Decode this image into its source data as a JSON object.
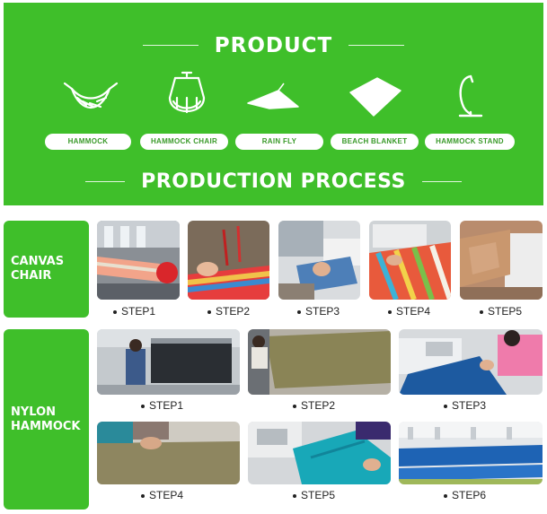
{
  "banner": {
    "title": "PRODUCT",
    "subtitle": "PRODUCTION PROCESS",
    "products": [
      {
        "label": "HAMMOCK",
        "icon": "hammock-icon"
      },
      {
        "label": "HAMMOCK CHAIR",
        "icon": "hammock-chair-icon"
      },
      {
        "label": "RAIN FLY",
        "icon": "rain-fly-icon"
      },
      {
        "label": "BEACH BLANKET",
        "icon": "beach-blanket-icon"
      },
      {
        "label": "HAMMOCK STAND",
        "icon": "hammock-stand-icon"
      }
    ]
  },
  "canvas": {
    "label": "CANVAS\nCHAIR",
    "steps": [
      "STEP1",
      "STEP2",
      "STEP3",
      "STEP4",
      "STEP5"
    ]
  },
  "nylon": {
    "label": "NYLON\nHAMMOCK",
    "steps": [
      "STEP1",
      "STEP2",
      "STEP3",
      "STEP4",
      "STEP5",
      "STEP6"
    ]
  },
  "colors": {
    "brand_green": "#3fbf2a",
    "white": "#ffffff"
  }
}
